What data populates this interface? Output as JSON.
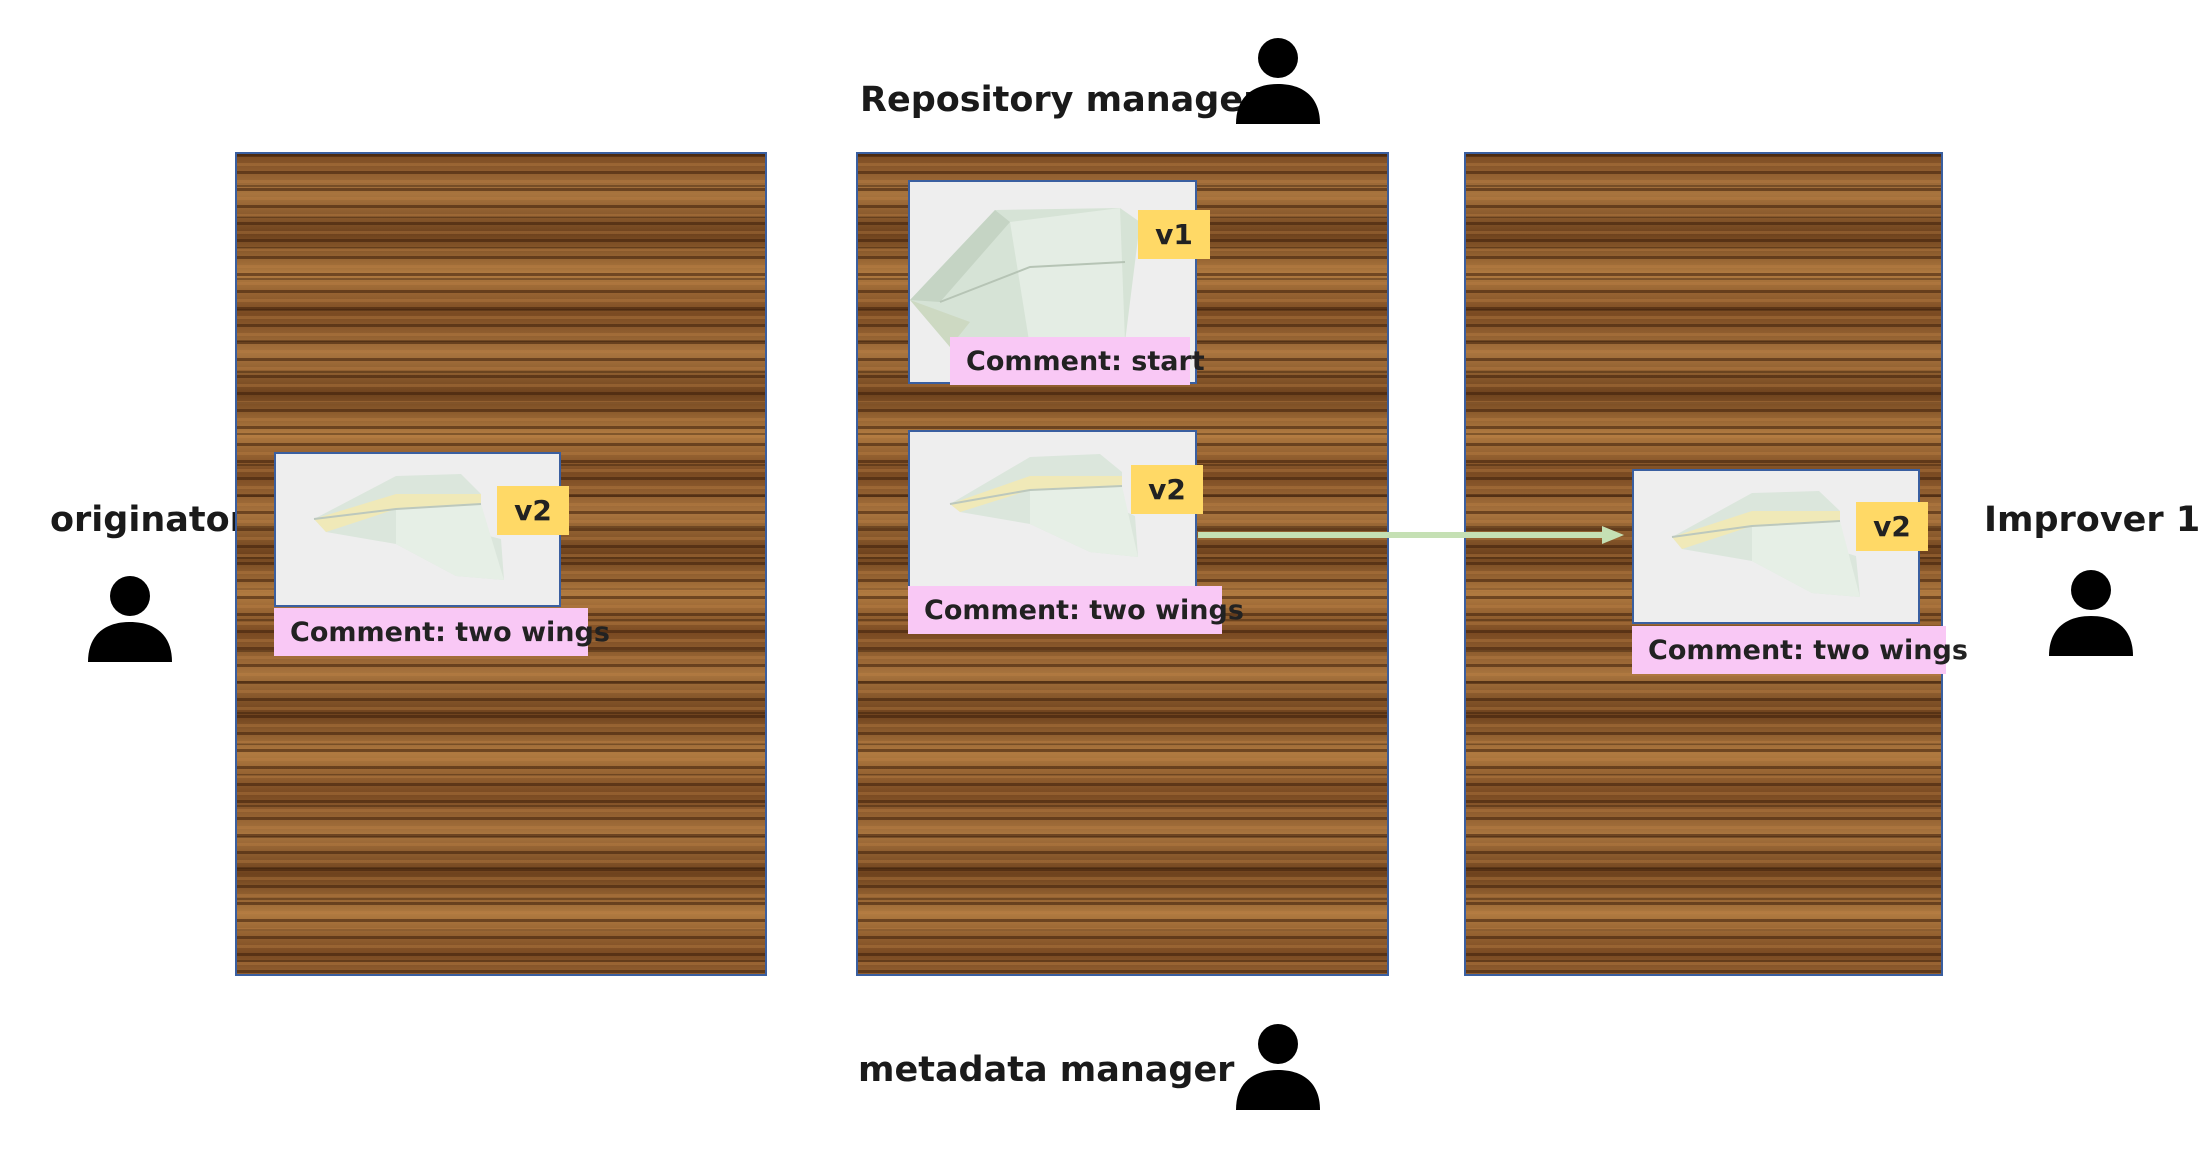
{
  "roles": {
    "repository_manager": "Repository manager",
    "metadata_manager": "metadata manager",
    "originator": "originator",
    "improver": "Improver 1"
  },
  "boards": {
    "originator": {
      "cards": [
        {
          "version": "v2",
          "comment": "Comment: two wings"
        }
      ]
    },
    "repository": {
      "cards": [
        {
          "version": "v1",
          "comment": "Comment: start"
        },
        {
          "version": "v2",
          "comment": "Comment: two wings"
        }
      ]
    },
    "improver": {
      "cards": [
        {
          "version": "v2",
          "comment": "Comment: two wings"
        }
      ]
    }
  },
  "colors": {
    "version_tag": "#ffd966",
    "comment_tag": "#f9c8f5",
    "arrow": "#c5e0b4",
    "board_border": "#3a5fa0"
  },
  "icons": {
    "person": "person-icon",
    "paper_plane": "paper-plane-icon"
  }
}
